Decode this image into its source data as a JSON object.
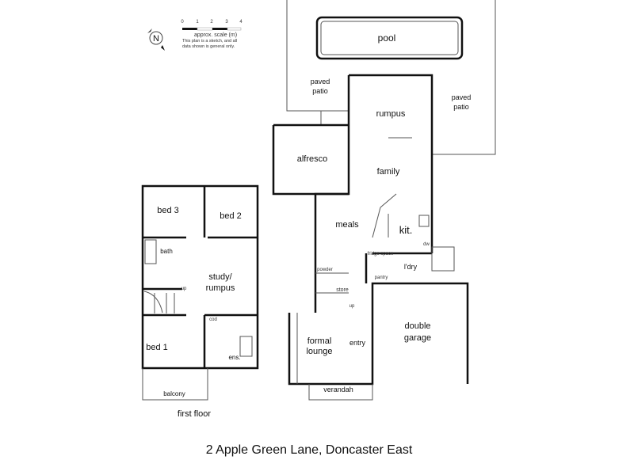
{
  "title": "2 Apple Green Lane, Doncaster East",
  "scale": {
    "ticks": [
      "0",
      "1",
      "2",
      "3",
      "4"
    ],
    "label": "approx. scale (m)",
    "disclaimer_1": "This plan is a sketch, and all",
    "disclaimer_2": "data shown is general only."
  },
  "north_icon": "compass-north-icon",
  "north_letter": "N",
  "ground_floor": {
    "pool": "pool",
    "paved_patio_left_1": "paved",
    "paved_patio_left_2": "patio",
    "paved_patio_right_1": "paved",
    "paved_patio_right_2": "patio",
    "rumpus": "rumpus",
    "alfresco": "alfresco",
    "family": "family",
    "meals": "meals",
    "kitchen": "kit.",
    "laundry": "l'dry",
    "fridge": "fridge space",
    "pantry": "pantry",
    "powder": "powder",
    "store": "store",
    "up": "up",
    "dw": "dw",
    "formal_1": "formal",
    "formal_2": "lounge",
    "entry": "entry",
    "garage_1": "double",
    "garage_2": "garage",
    "verandah": "verandah"
  },
  "first_floor": {
    "caption": "first floor",
    "bed3": "bed 3",
    "bed2": "bed 2",
    "bath": "bath",
    "study_1": "study/",
    "study_2": "rumpus",
    "bed1": "bed 1",
    "ens": "ens.",
    "balcony": "balcony",
    "cod": "cod",
    "up": "up"
  }
}
